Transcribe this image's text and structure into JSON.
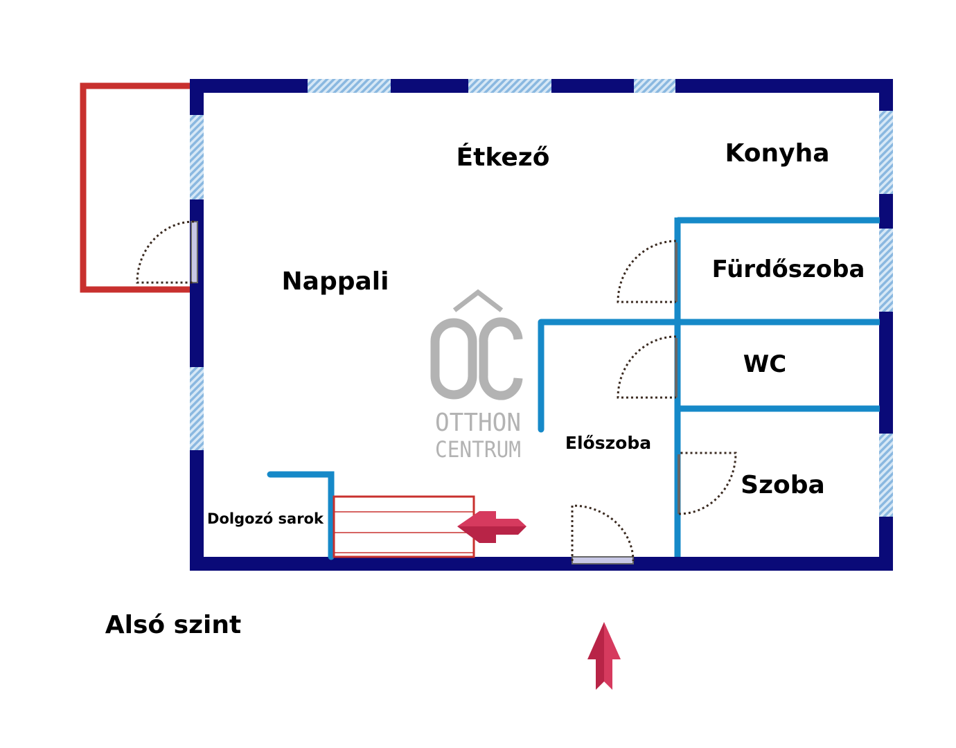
{
  "floor_label": "Alsó szint",
  "rooms": {
    "etkezo": "Étkező",
    "konyha": "Konyha",
    "nappali": "Nappali",
    "furdoszoba": "Fürdőszoba",
    "wc": "WC",
    "eloszoba": "Előszoba",
    "szoba": "Szoba",
    "dolgozo_sarok": "Dolgozó sarok"
  },
  "logo": {
    "monogram": "ÔC",
    "line1": "OTTHON",
    "line2": "CENTRUM"
  },
  "colors": {
    "outer_wall": "#0a0a78",
    "inner_wall": "#1689c8",
    "window": "#8ab8e0",
    "terrace": "#c8302e",
    "arrow": "#d63a5e",
    "logo": "#b3b3b3"
  }
}
